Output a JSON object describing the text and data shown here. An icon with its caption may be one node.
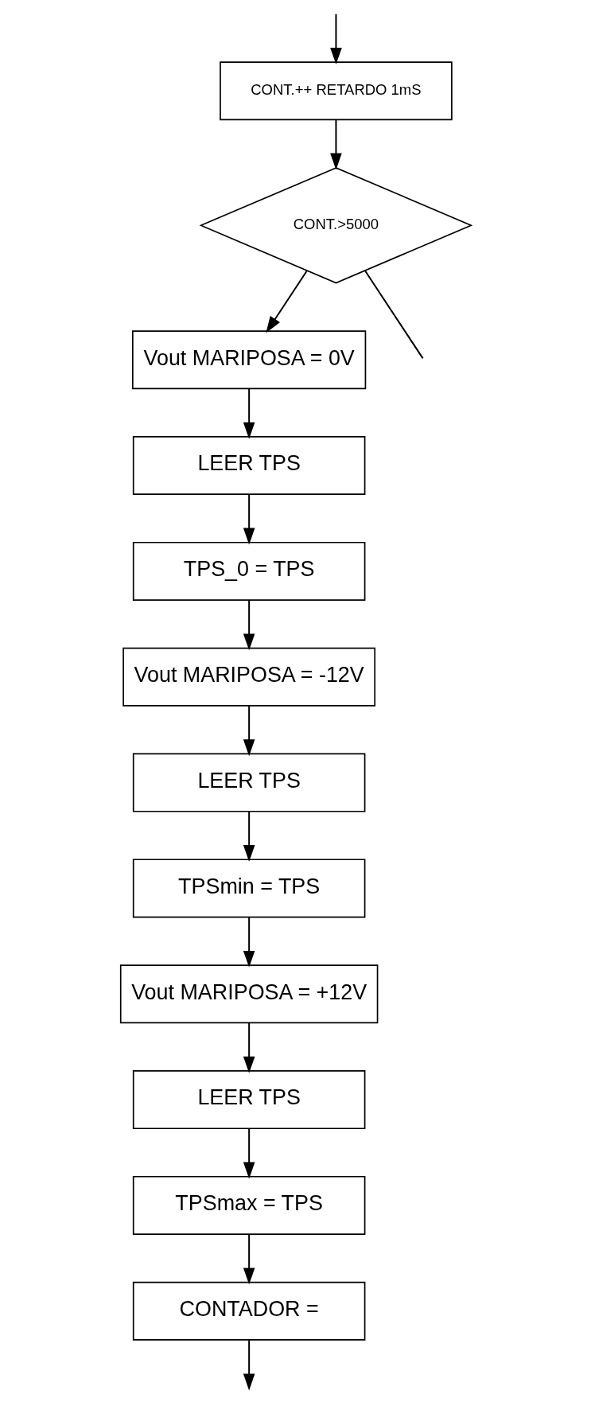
{
  "diagram": {
    "nodes": [
      {
        "text": [
          "CONT.++ RETARDO 1mS"
        ]
      },
      {
        "text": [
          "CONT.>5000"
        ]
      },
      {
        "text": [
          "Vout MARIPOSA = 0V"
        ]
      },
      {
        "text": [
          "LEER TPS"
        ]
      },
      {
        "text": [
          "TPS_0 = TPS"
        ]
      },
      {
        "text": [
          "Vout MARIPOSA = -12V"
        ]
      },
      {
        "text": [
          "LEER TPS"
        ]
      },
      {
        "text": [
          "TPSmin = TPS"
        ]
      },
      {
        "text": [
          "Vout MARIPOSA = +12V"
        ]
      },
      {
        "text": [
          "LEER TPS"
        ]
      },
      {
        "text": [
          "TPSmax = TPS"
        ]
      },
      {
        "text": [
          "CONTADOR ="
        ]
      }
    ],
    "edges": [
      {
        "from": null,
        "to": 0,
        "arrow": "to"
      },
      {
        "from": 0,
        "to": 1,
        "arrow": "to"
      },
      {
        "from": 1,
        "to": 2,
        "arrow": "to"
      },
      {
        "from": 1,
        "to": null,
        "arrow": "none"
      },
      {
        "from": 2,
        "to": 3,
        "arrow": "to"
      },
      {
        "from": 3,
        "to": 4,
        "arrow": "to"
      },
      {
        "from": 4,
        "to": 5,
        "arrow": "to"
      },
      {
        "from": 5,
        "to": 6,
        "arrow": "to"
      },
      {
        "from": 6,
        "to": 7,
        "arrow": "to"
      },
      {
        "from": 7,
        "to": 8,
        "arrow": "to"
      },
      {
        "from": 8,
        "to": 9,
        "arrow": "to"
      },
      {
        "from": 9,
        "to": 10,
        "arrow": "to"
      },
      {
        "from": 10,
        "to": 11,
        "arrow": "to"
      },
      {
        "from": 11,
        "to": null,
        "arrow": "to"
      }
    ]
  }
}
